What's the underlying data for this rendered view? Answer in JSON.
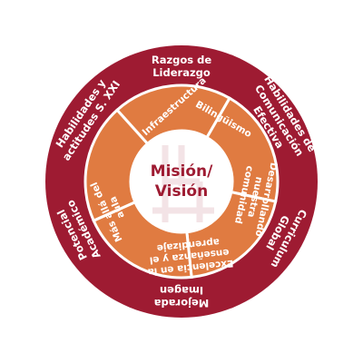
{
  "colors": {
    "outer_ring": "#9e1b32",
    "inner_ring": "#e07b41",
    "center": "#ffffff",
    "center_text": "#9e1b32",
    "divider": "#ffffff",
    "label_text": "#ffffff"
  },
  "center": {
    "line1": "Misión/",
    "line2": "Visión"
  },
  "outer_ring": [
    {
      "lines": [
        "Razgos de",
        "Liderazgo"
      ]
    },
    {
      "lines": [
        "Habilidades de",
        "Comunicación",
        "Efectiva"
      ]
    },
    {
      "lines": [
        "Curriculum",
        "Global"
      ]
    },
    {
      "lines": [
        "Mejorada",
        "Imagen"
      ]
    },
    {
      "lines": [
        "Potencial",
        "Académico"
      ]
    },
    {
      "lines": [
        "Habilidades y",
        "actitudes S. XXI"
      ]
    }
  ],
  "inner_ring": [
    {
      "lines": [
        "Infraestructura"
      ]
    },
    {
      "lines": [
        "Bilingüismo"
      ]
    },
    {
      "lines": [
        "Desarrollando",
        "nuestra",
        "comunidad"
      ]
    },
    {
      "lines": [
        "Excelencia en la",
        "enseñanza y el",
        "aprendizaje"
      ]
    },
    {
      "lines": [
        "Más allá del",
        "aula"
      ]
    }
  ]
}
